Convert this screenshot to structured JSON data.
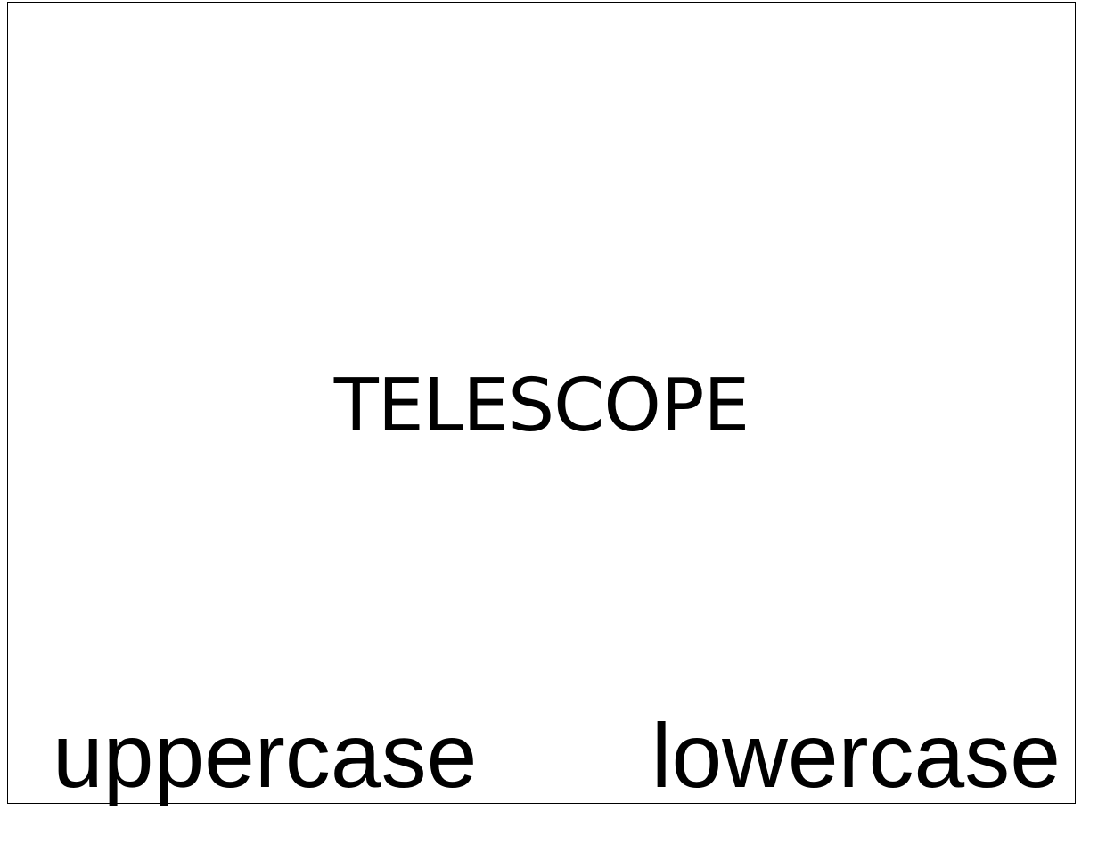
{
  "stimulus": {
    "word": "TELESCOPE"
  },
  "choices": {
    "left_label": "uppercase",
    "right_label": "lowercase"
  }
}
